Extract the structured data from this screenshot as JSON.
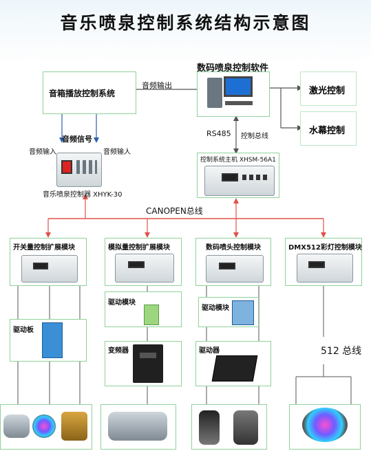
{
  "title": "音乐喷泉控制系统结构示意图",
  "software": {
    "label": "数码喷泉控制软件"
  },
  "audio_system": {
    "label": "音箱播放控制系统"
  },
  "audio_output": "音频输出",
  "laser": "激光控制",
  "water_curtain": "水幕控制",
  "rs485": "RS485",
  "control_bus": "控制总线",
  "audio_signal": "音频信号",
  "audio_input_left": "音频输入",
  "audio_input_right": "音频输人",
  "host_label": "控制系统主机 XHSM-56A1",
  "controller_label": "音乐喷泉控制器 XHYK-30",
  "canopen": "CANOPEN总线",
  "modules": [
    {
      "label": "开关量控制扩展模块",
      "driver": "驱动板"
    },
    {
      "label": "模拟量控制扩展模块",
      "driver": "驱动模块",
      "inverter": "变频器"
    },
    {
      "label": "数码喷头控制模块",
      "driver": "驱动模块",
      "driver2": "驱动器"
    },
    {
      "label": "DMX512彩灯控制模块",
      "bus": "512 总线"
    }
  ],
  "colors": {
    "line_red": "#e0504a",
    "line_blue": "#2a5fae",
    "box_border": "#8fd19a",
    "connector": "#555555"
  }
}
